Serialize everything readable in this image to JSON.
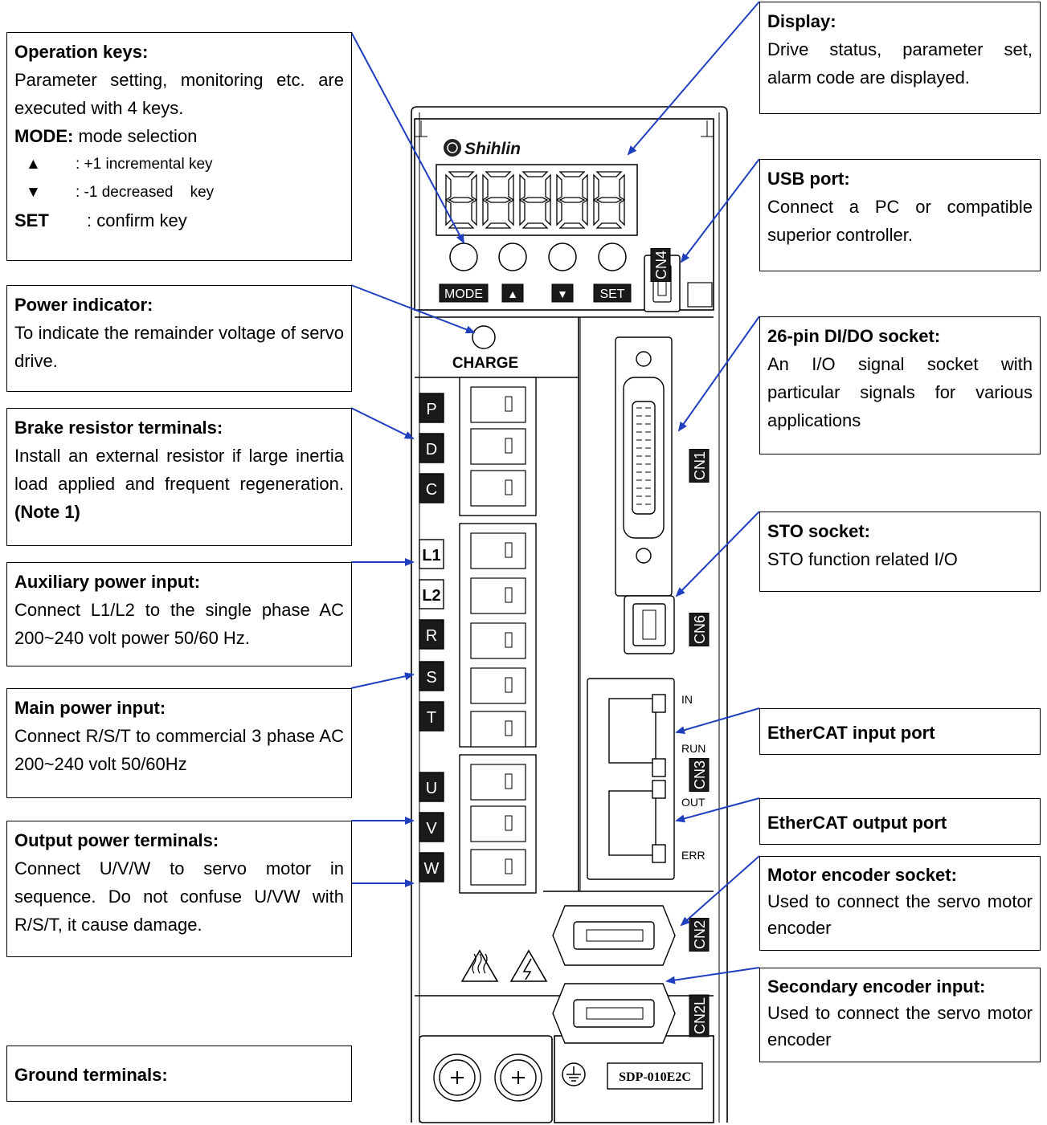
{
  "device": {
    "brand": "Shihlin",
    "model": "SDP-010E2C",
    "keys": [
      "MODE",
      "▲",
      "▼",
      "SET"
    ],
    "charge_label": "CHARGE",
    "terminals_top": [
      "P",
      "D",
      "C"
    ],
    "terminals_aux": [
      "L1",
      "L2"
    ],
    "terminals_main": [
      "R",
      "S",
      "T"
    ],
    "terminals_out": [
      "U",
      "V",
      "W"
    ],
    "connector_tags": [
      "CN4",
      "CN1",
      "CN6",
      "CN3",
      "CN2",
      "CN2L"
    ],
    "port_labels": [
      "IN",
      "RUN",
      "OUT",
      "ERR"
    ],
    "icons": [
      "hot-surface-icon",
      "electric-shock-icon",
      "ground-icon",
      "screw-icon"
    ]
  },
  "callouts": {
    "operation_keys": {
      "title": "Operation keys:",
      "desc": "Parameter setting, monitoring etc. are executed with 4 keys.",
      "mode_key": "MODE:",
      "mode_desc": " mode selection",
      "up_key": "▲",
      "up_desc": ": +1 incremental key",
      "down_key": "▼",
      "down_desc": ": -1 decreased    key",
      "set_key": "SET",
      "set_desc": ": confirm key"
    },
    "power_indicator": {
      "title": "Power indicator:",
      "desc": "To indicate the remainder voltage of servo drive."
    },
    "brake_resistor": {
      "title": "Brake resistor terminals:",
      "desc": "Install an external resistor if large inertia load applied and frequent regeneration.",
      "note": "(Note 1)"
    },
    "aux_power": {
      "title": "Auxiliary power input:",
      "desc": "Connect L1/L2 to the single phase AC 200~240 volt power 50/60 Hz."
    },
    "main_power": {
      "title": "Main power input:",
      "desc": "Connect R/S/T to commercial 3 phase AC 200~240 volt 50/60Hz"
    },
    "output_power": {
      "title": "Output power terminals:",
      "desc": "Connect U/V/W to servo motor in sequence. Do not confuse U/VW with R/S/T, it cause damage."
    },
    "ground": {
      "title": "Ground terminals:"
    },
    "display": {
      "title": "Display:",
      "desc": "Drive status, parameter set, alarm code are displayed."
    },
    "usb_port": {
      "title": "USB port:",
      "desc": "Connect a PC or compatible superior controller."
    },
    "dido_socket": {
      "title": "26-pin DI/DO socket:",
      "desc": "An I/O signal socket with particular signals for various applications"
    },
    "sto_socket": {
      "title": "STO socket:",
      "desc": "STO function related I/O"
    },
    "ethercat_in": {
      "title": "EtherCAT input port"
    },
    "ethercat_out": {
      "title": "EtherCAT output port"
    },
    "motor_encoder": {
      "title": "Motor encoder socket:",
      "desc": "Used to connect the servo motor encoder"
    },
    "secondary_encoder": {
      "title": "Secondary encoder input:",
      "desc": "Used to connect the servo motor encoder"
    }
  },
  "colors": {
    "arrow": "#1f3fbf",
    "outline": "#000000",
    "tag_fill": "#1a1a1a",
    "tag_text": "#ffffff"
  }
}
